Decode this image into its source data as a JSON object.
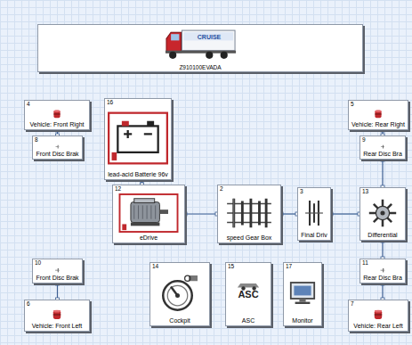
{
  "diagram": {
    "nodes": [
      {
        "text": [
          "CRUISE",
          "Z910100EVADA"
        ]
      },
      {
        "text": [
          "4",
          "Vehicle: Front Right"
        ]
      },
      {
        "text": [
          "16",
          "lead-acid Batterie 96v"
        ]
      },
      {
        "text": [
          "5",
          "Vehicle: Rear Right"
        ]
      },
      {
        "text": [
          "8",
          "Front Disc Brak"
        ]
      },
      {
        "text": [
          "9",
          "Rear Disc Bra"
        ]
      },
      {
        "text": [
          "12",
          "eDrive"
        ]
      },
      {
        "text": [
          "2",
          "speed Gear Box"
        ]
      },
      {
        "text": [
          "3",
          "Final Driv"
        ]
      },
      {
        "text": [
          "13",
          "Differential"
        ]
      },
      {
        "text": [
          "10",
          "Front Disc Brak"
        ]
      },
      {
        "text": [
          "11",
          "Rear Disc Bra"
        ]
      },
      {
        "text": [
          "14",
          "Cockpit"
        ]
      },
      {
        "text": [
          "15",
          "ASC",
          "ASC"
        ]
      },
      {
        "text": [
          "17",
          "Monitor"
        ]
      },
      {
        "text": [
          "6",
          "Vehicle: Front Left"
        ]
      },
      {
        "text": [
          "7",
          "Vehicle: Rear Left"
        ]
      }
    ],
    "edges": [
      {
        "from": 1,
        "to": 4,
        "arrow": "none"
      },
      {
        "from": 2,
        "to": 6,
        "arrow": "none"
      },
      {
        "from": 6,
        "to": 7,
        "arrow": "none"
      },
      {
        "from": 7,
        "to": 8,
        "arrow": "none"
      },
      {
        "from": 8,
        "to": 9,
        "arrow": "none"
      },
      {
        "from": 9,
        "to": 5,
        "arrow": "none"
      },
      {
        "from": 5,
        "to": 3,
        "arrow": "none"
      },
      {
        "from": 9,
        "to": 11,
        "arrow": "none"
      },
      {
        "from": 11,
        "to": 16,
        "arrow": "none"
      },
      {
        "from": 10,
        "to": 15,
        "arrow": "none"
      }
    ]
  }
}
